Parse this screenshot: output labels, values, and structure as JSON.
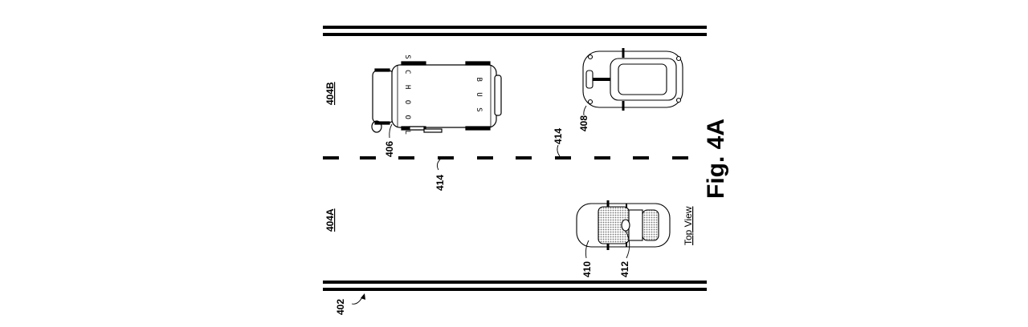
{
  "figure": {
    "title": "Fig. 4A",
    "view_label": "Top View"
  },
  "labels": {
    "road": "402",
    "lane_upper": "404B",
    "lane_lower": "404A",
    "bus": "406",
    "car_upper": "408",
    "car_lower": "410",
    "sensor": "412",
    "lane_marker_left": "414",
    "lane_marker_right": "414"
  },
  "bus": {
    "text_left": "S C H O O L",
    "text_right": "B U S"
  },
  "colors": {
    "ink": "#000000",
    "background": "#ffffff",
    "shade": "#9a9a9a"
  }
}
